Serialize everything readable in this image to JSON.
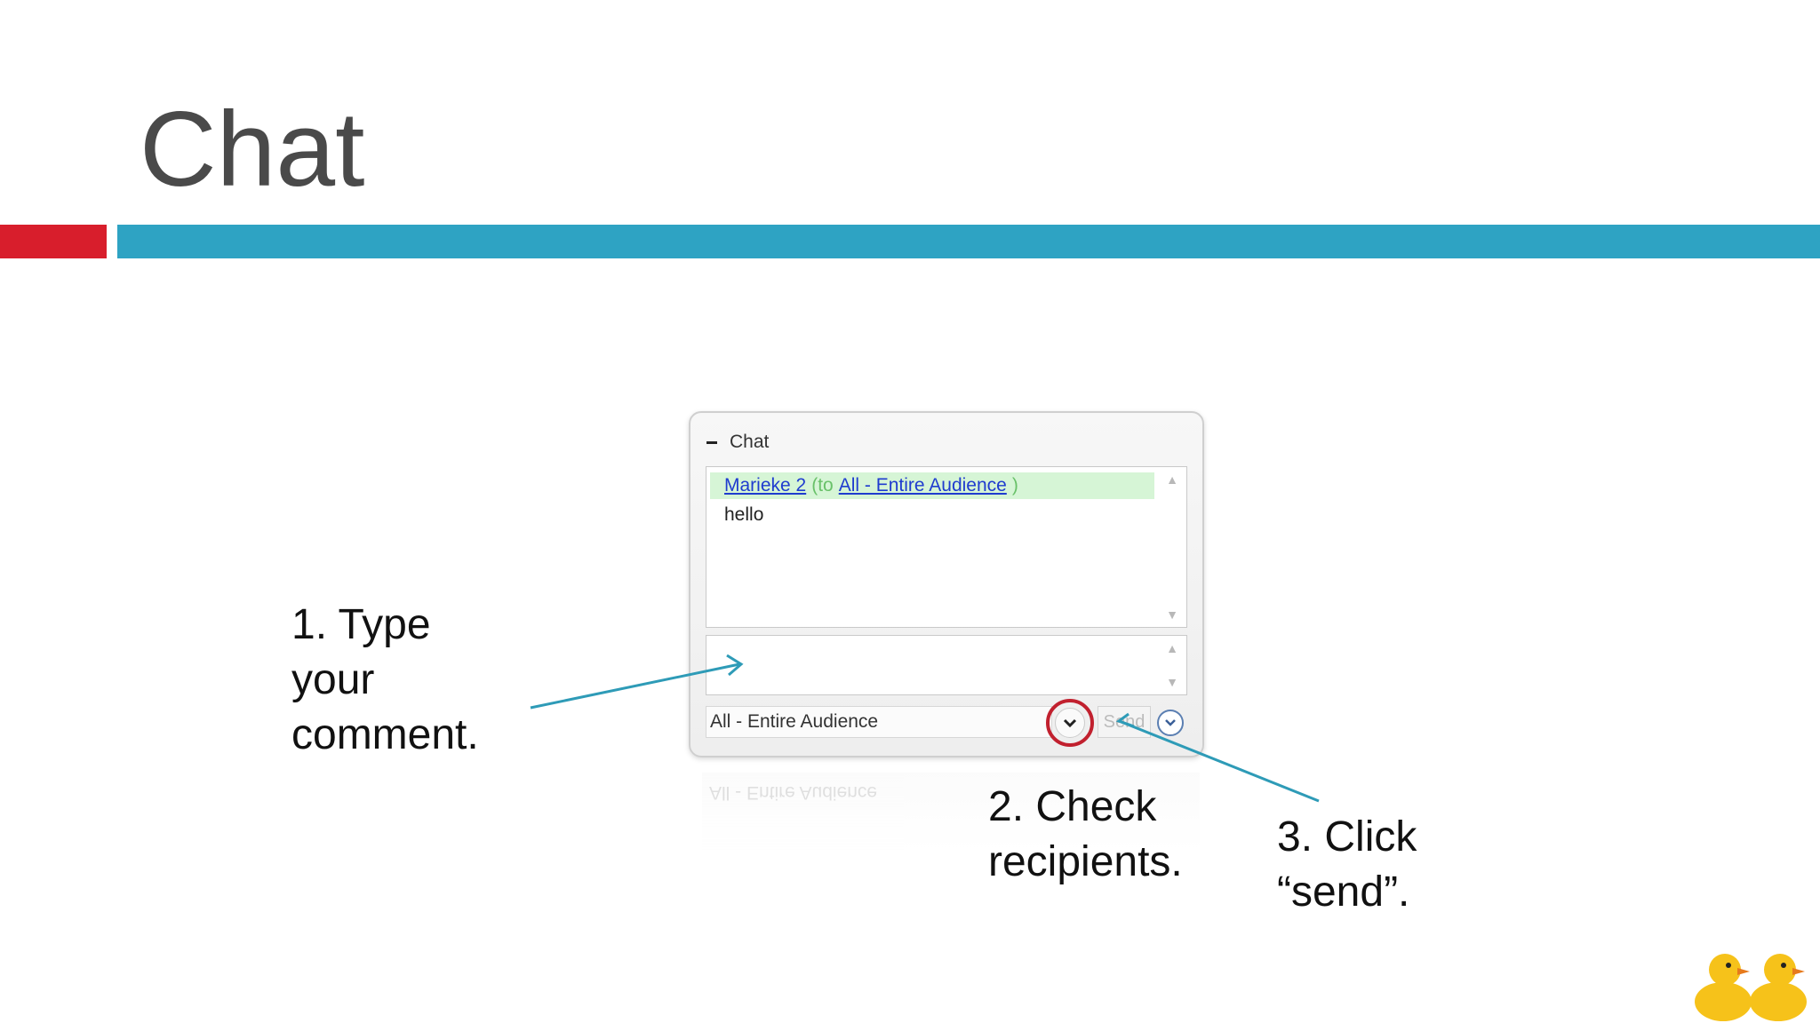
{
  "slide": {
    "title": "Chat",
    "colors": {
      "accent_red": "#d81e2c",
      "accent_blue": "#2ea3c3",
      "arrow": "#2e9bb7"
    }
  },
  "chat": {
    "header": "Chat",
    "collapse_icon": "minus-icon",
    "message": {
      "sender": "Marieke 2",
      "to_open": "(to",
      "recipient": "All - Entire Audience",
      "to_close": ")",
      "body": "hello"
    },
    "input_value": "",
    "recipient_select": "All - Entire Audience",
    "send_label": "Send",
    "reflection_text": "All - Entire Audience"
  },
  "annotations": {
    "step1": [
      "1. Type",
      "your",
      "comment."
    ],
    "step2": [
      "2. Check",
      "recipients."
    ],
    "step3": [
      "3. Click",
      "“send”."
    ]
  }
}
